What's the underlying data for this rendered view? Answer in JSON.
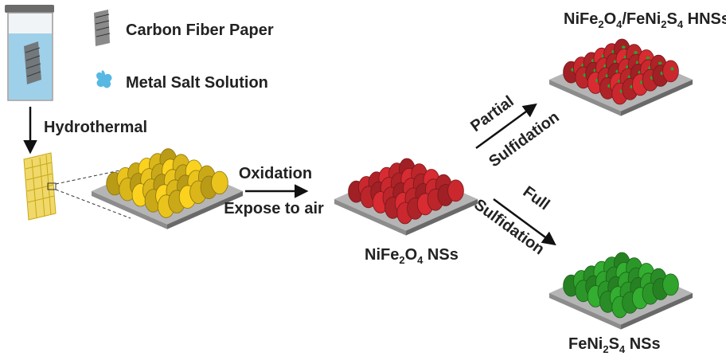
{
  "legend": {
    "carbon_fiber_paper": "Carbon Fiber Paper",
    "metal_salt_solution": "Metal Salt Solution"
  },
  "steps": {
    "hydrothermal": "Hydrothermal",
    "oxidation": "Oxidation",
    "expose_to_air": "Expose to air",
    "partial": "Partial",
    "partial_sulfidation": "Sulfidation",
    "full": "Full",
    "full_sulfidation": "Sulfidation"
  },
  "products": {
    "nife2o4": {
      "a": "NiFe",
      "s1": "2",
      "b": "O",
      "s2": "4",
      "c": " NSs"
    },
    "hns": {
      "a": "NiFe",
      "s1": "2",
      "b": "O",
      "s2": "4",
      "c": "/FeNi",
      "s3": "2",
      "d": "S",
      "s4": "4",
      "e": " HNSs"
    },
    "feni2s4": {
      "a": "FeNi",
      "s1": "2",
      "b": "S",
      "s2": "4",
      "c": " NSs"
    }
  },
  "colors": {
    "yellow": "#e8c21c",
    "red": "#c8282e",
    "green": "#2fa12c",
    "liquid": "#9fd0ea",
    "splash": "#57b8e3",
    "substrate": "#8c8c8c"
  }
}
